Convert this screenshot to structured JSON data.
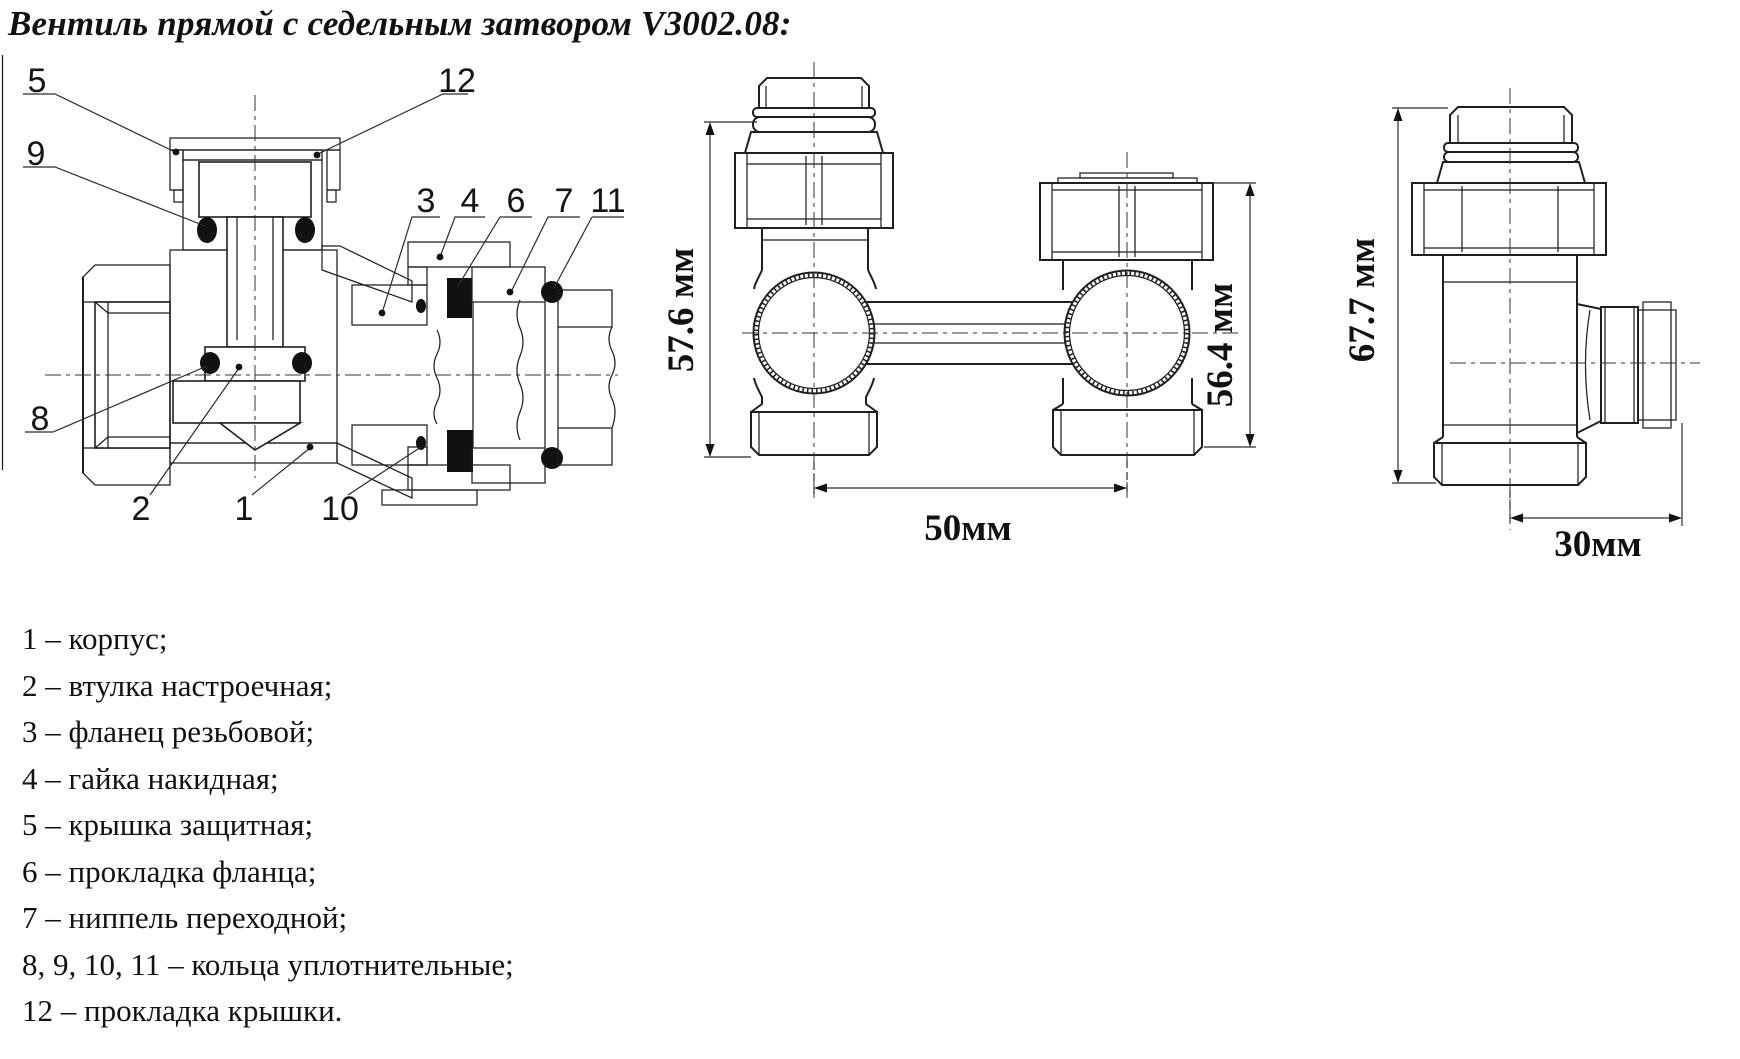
{
  "title": "Вентиль прямой с седельным затвором V3002.08:",
  "cross_section": {
    "callouts": {
      "c1": "1",
      "c2": "2",
      "c3": "3",
      "c4": "4",
      "c5": "5",
      "c6": "6",
      "c7": "7",
      "c8": "8",
      "c9": "9",
      "c10": "10",
      "c11": "11",
      "c12": "12"
    }
  },
  "front_view": {
    "dim_height_left": "57.6 мм",
    "dim_height_right": "56.4 мм",
    "dim_width": "50мм"
  },
  "side_view": {
    "dim_height": "67.7 мм",
    "dim_width": "30мм"
  },
  "legend": [
    "1 – корпус;",
    "2 – втулка настроечная;",
    "3 – фланец резьбовой;",
    "4 – гайка накидная;",
    "5 – крышка защитная;",
    "6 – прокладка фланца;",
    "7 – ниппель переходной;",
    "8, 9, 10, 11 – кольца уплотнительные;",
    "12 – прокладка крышки."
  ]
}
